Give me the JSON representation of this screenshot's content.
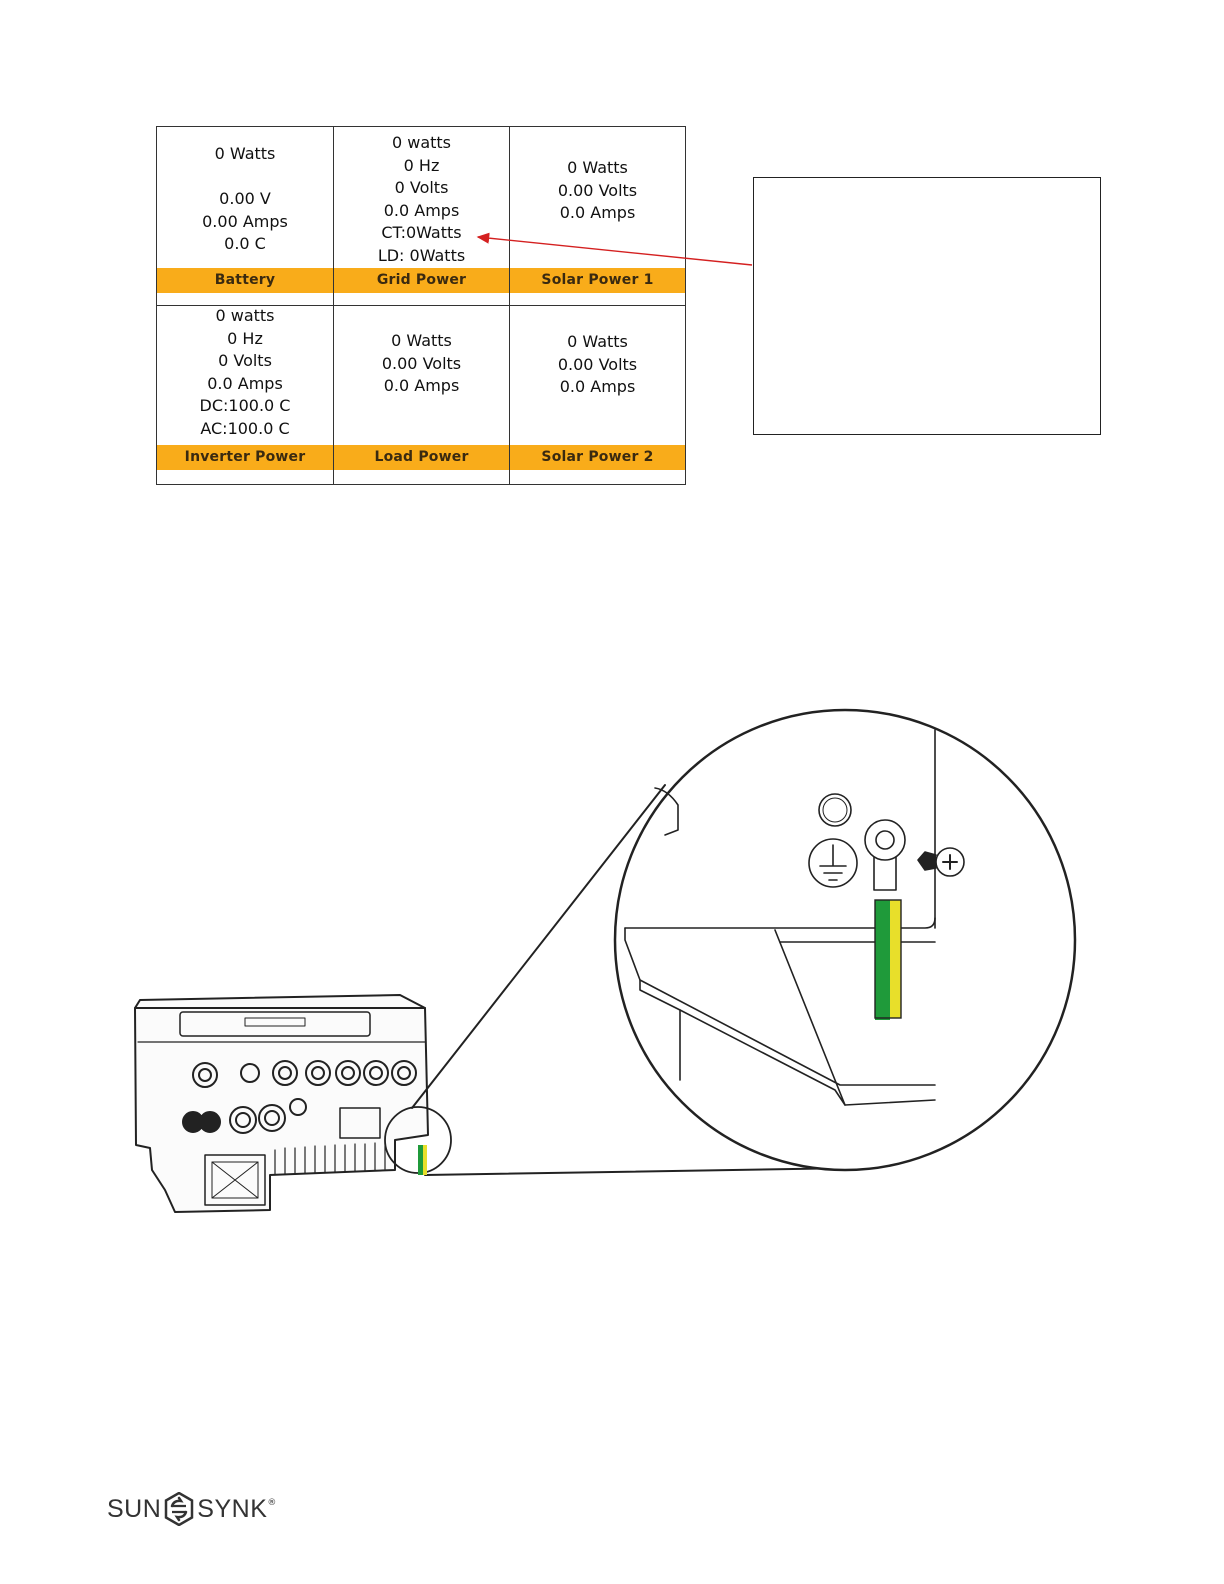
{
  "status_table": {
    "cells": [
      {
        "label": "Battery",
        "values": [
          "0 Watts",
          "",
          "0.00 V",
          "0.00 Amps",
          "0.0 C"
        ]
      },
      {
        "label": "Grid Power",
        "values": [
          "0 watts",
          "0 Hz",
          "0 Volts",
          "0.0 Amps",
          "CT:0Watts",
          "LD: 0Watts"
        ]
      },
      {
        "label": "Solar Power 1",
        "values": [
          "0 Watts",
          "0.00 Volts",
          "0.0 Amps"
        ]
      },
      {
        "label": "Inverter Power",
        "values": [
          "0 watts",
          "0 Hz",
          "0 Volts",
          "0.0 Amps",
          "DC:100.0 C",
          "AC:100.0 C"
        ]
      },
      {
        "label": "Load Power",
        "values": [
          "0 Watts",
          "0.00 Volts",
          "0.0 Amps"
        ]
      },
      {
        "label": "Solar Power 2",
        "values": [
          "0 Watts",
          "0.00 Volts",
          "0.0 Amps"
        ]
      }
    ]
  },
  "colors": {
    "label_band": "#f9ac1a",
    "arrow": "#d42020",
    "wire_green": "#1f9a3a",
    "wire_yellow": "#e8df2a"
  },
  "footer": {
    "brand_left": "SUN",
    "brand_right": "SYNK",
    "brand_mark": "®",
    "logo_icon": "sunsynk-swirl-icon"
  }
}
